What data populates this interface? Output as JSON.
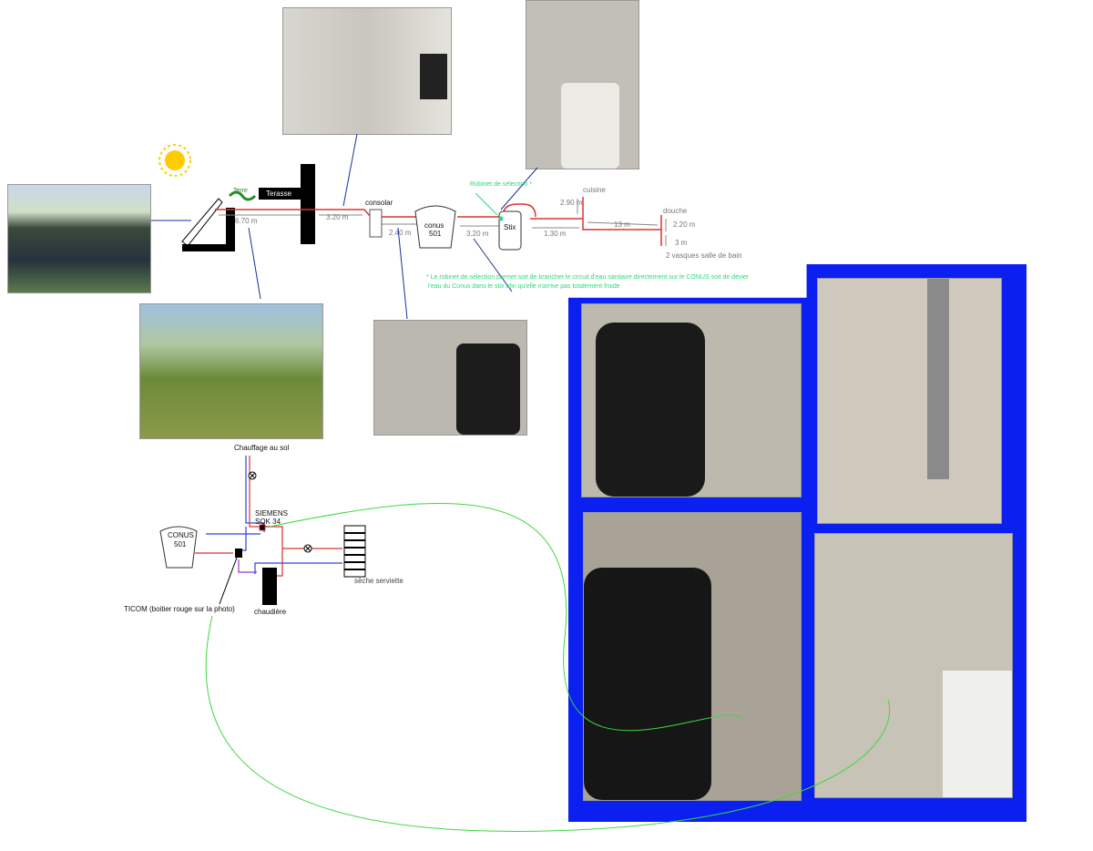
{
  "labels": {
    "terre": "Terre",
    "terasse": "Terasse",
    "consolar": "consolar",
    "conus_top": "conus",
    "conus_top_num": "501",
    "stix": "Stix",
    "robinet": "Robinet de sélection *",
    "cuisine": "cuisine",
    "douche": "douche",
    "d_670": "6.70 m",
    "d_320a": "3.20 m",
    "d_240": "2.40 m",
    "d_320b": "3.20 m",
    "d_130": "1.30 m",
    "d_290": "2.90 m",
    "d_13": "13 m",
    "d_220": "2.20 m",
    "d_3": "3 m",
    "vasques": "2 vasques salle de bain",
    "note1": "* Le robinet de sélection permet soit de brancher le circuit d'eau sanitaire directement sur le CONUS soit de dévier",
    "note2": "l'eau du Conus dans le stix afin qu'elle n'arrive pas totalement froide",
    "chauffage": "Chauffage au sol",
    "siemens1": "SIEMENS",
    "siemens2": "SQK 34",
    "conus_b": "CONUS",
    "conus_b_num": "501",
    "seche": "sèche serviette",
    "ticom": "TICOM (boitier rouge sur la photo)",
    "chaudiere": "chaudière"
  },
  "colors": {
    "pipe_hot": "#d33",
    "pipe_cold": "#2a47d8",
    "callout": "#1a2f9c",
    "panel": "#0a1ff0",
    "link": "#3fd83f"
  }
}
